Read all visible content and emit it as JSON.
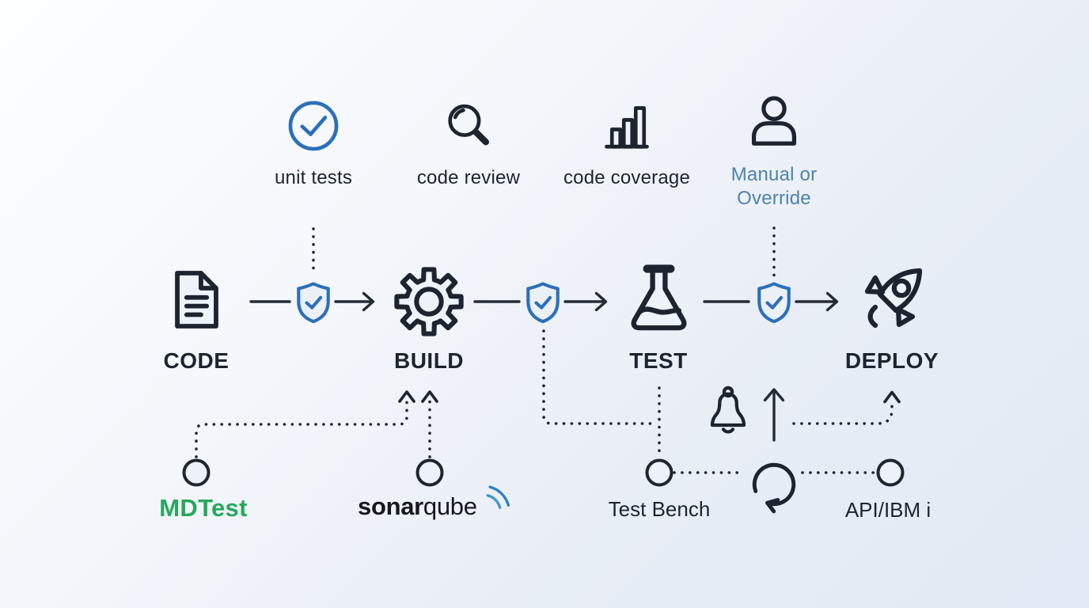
{
  "colors": {
    "ink": "#1d2430",
    "accent_blue": "#2c6fba",
    "steel_blue": "#4e83ac",
    "green": "#27a85b",
    "wave_light": "#3e96d6",
    "wave_dark": "#2b7fc6",
    "node_fill": "#edf2f8"
  },
  "quality_gates": [
    {
      "id": "unit-tests",
      "icon": "check-circle-icon",
      "label": "unit tests"
    },
    {
      "id": "code-review",
      "icon": "magnifier-icon",
      "label": "code review"
    },
    {
      "id": "code-coverage",
      "icon": "bar-chart-icon",
      "label": "code coverage"
    },
    {
      "id": "manual-override",
      "icon": "person-icon",
      "label_lines": [
        "Manual or",
        "Override"
      ]
    }
  ],
  "stages": [
    {
      "id": "code",
      "icon": "document-icon",
      "label": "CODE"
    },
    {
      "id": "build",
      "icon": "gear-icon",
      "label": "BUILD"
    },
    {
      "id": "test",
      "icon": "flask-icon",
      "label": "TEST"
    },
    {
      "id": "deploy",
      "icon": "rocket-icon",
      "label": "DEPLOY"
    }
  ],
  "checkpoints": [
    {
      "id": "gate-code-build",
      "icon": "shield-check-icon"
    },
    {
      "id": "gate-build-test",
      "icon": "shield-check-icon"
    },
    {
      "id": "gate-test-deploy",
      "icon": "shield-check-icon"
    }
  ],
  "tools": [
    {
      "id": "mdtest",
      "label": "MDTest"
    },
    {
      "id": "sonarqube",
      "label_bold": "sonar",
      "label_light": "qube"
    },
    {
      "id": "test-bench",
      "label": "Test Bench"
    },
    {
      "id": "api-ibmi",
      "label": "API/IBM i"
    }
  ]
}
